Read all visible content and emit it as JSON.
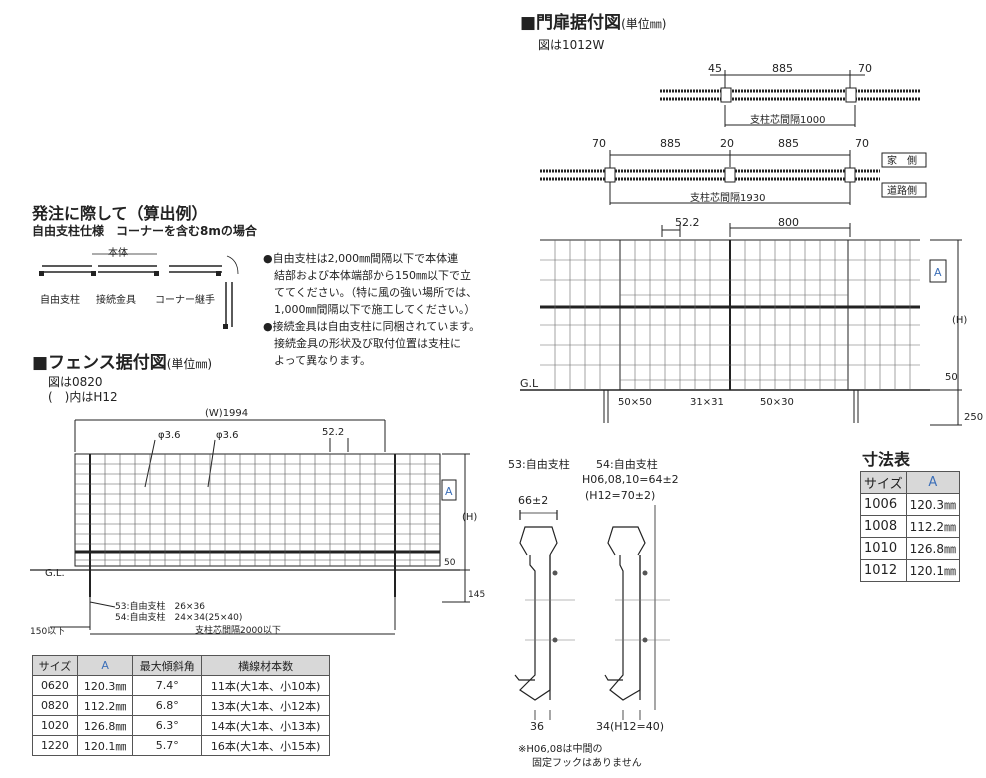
{
  "gate_section": {
    "title": "■門扉据付図",
    "unit": "(単位㎜)",
    "figure_note": "図は1012W",
    "dims_top": [
      "45",
      "885",
      "70"
    ],
    "span_top": "支柱芯間隔1000",
    "dims_mid": [
      "70",
      "885",
      "20",
      "885",
      "70"
    ],
    "span_mid": "支柱芯間隔1930",
    "house_side": "家　側",
    "road_side": "道路側",
    "dims_elev": [
      "52.2",
      "800"
    ],
    "label_a": "A",
    "label_h": "(H)",
    "label_50": "50",
    "label_250": "250",
    "gl": "G.L",
    "post_dims": [
      "50×50",
      "31×31",
      "50×30"
    ]
  },
  "order_section": {
    "title": "発注に際して（算出例）",
    "subtitle": "自由支柱仕様　コーナーを含む8mの場合",
    "label_body": "本体",
    "label_free_post": "自由支柱",
    "label_joint": "接続金具",
    "label_corner": "コーナー継手",
    "notes": [
      "●自由支柱は2,000㎜間隔以下で本体連",
      "　結部および本体端部から150㎜以下で立",
      "　ててください。（特に風の強い場所では、",
      "　1,000㎜間隔以下で施工してください。）",
      "●接続金具は自由支柱に同梱されています。",
      "　接続金具の形状及び取付位置は支柱に",
      "　よって異なります。"
    ]
  },
  "fence_section": {
    "title": "■フェンス据付図",
    "unit": "(単位㎜)",
    "note1": "図は0820",
    "note2": "(　)内はH12",
    "width_label": "(W)1994",
    "phi1": "φ3.6",
    "phi2": "φ3.6",
    "dim_52": "52.2",
    "label_a": "A",
    "label_h": "(H)",
    "label_50": "50",
    "label_145": "145",
    "gl": "G.L.",
    "post53": "53:自由支柱　26×36",
    "post54": "54:自由支柱　24×34(25×40)",
    "dim_150": "150以下",
    "span": "支柱芯間隔2000以下"
  },
  "post_section": {
    "label53": "53:自由支柱",
    "label54": "54:自由支柱",
    "spec54": "H06,08,10=64±2",
    "spec54_h12": "(H12=70±2)",
    "dim66": "66±2",
    "dim36": "36",
    "dim34": "34(H12=40)",
    "footnote1": "※H06,08は中間の",
    "footnote2": "固定フックはありません"
  },
  "fence_table": {
    "headers": [
      "サイズ",
      "A",
      "最大傾斜角",
      "横線材本数"
    ],
    "rows": [
      [
        "0620",
        "120.3㎜",
        "7.4°",
        "11本(大1本、小10本)"
      ],
      [
        "0820",
        "112.2㎜",
        "6.8°",
        "13本(大1本、小12本)"
      ],
      [
        "1020",
        "126.8㎜",
        "6.3°",
        "14本(大1本、小13本)"
      ],
      [
        "1220",
        "120.1㎜",
        "5.7°",
        "16本(大1本、小15本)"
      ]
    ]
  },
  "size_table": {
    "title": "寸法表",
    "headers": [
      "サイズ",
      "A"
    ],
    "rows": [
      [
        "1006",
        "120.3㎜"
      ],
      [
        "1008",
        "112.2㎜"
      ],
      [
        "1010",
        "126.8㎜"
      ],
      [
        "1012",
        "120.1㎜"
      ]
    ]
  },
  "colors": {
    "accent": "#3c6fb8",
    "header_bg": "#d8d8d8",
    "line": "#222222"
  }
}
